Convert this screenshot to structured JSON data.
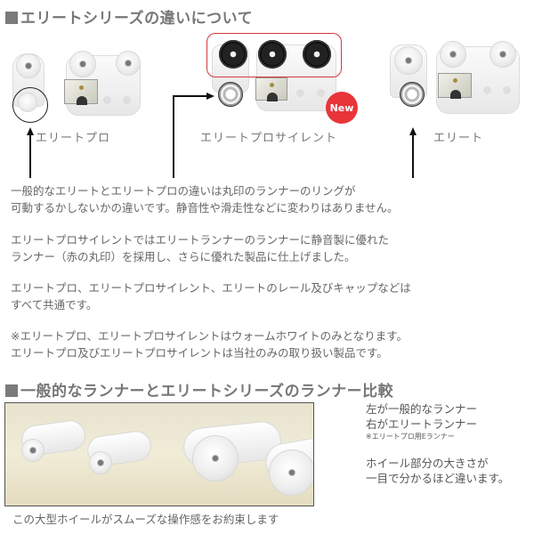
{
  "section1": {
    "title": "エリートシリーズの違いについて",
    "marker": "■"
  },
  "products": [
    {
      "name": "エリートプロ",
      "highlight": "ring-circled"
    },
    {
      "name": "エリートプロサイレント",
      "badge": "New",
      "highlight": "red-box-black-wheels"
    },
    {
      "name": "エリート"
    }
  ],
  "colors": {
    "heading": "#777777",
    "badge": "#e8353a",
    "highlight_box": "#d03a3a",
    "body_text": "#666666"
  },
  "paragraphs": [
    [
      "一般的なエリートとエリートプロの違いは丸印のランナーのリングが",
      "可動するかしないかの違いです。静音性や滑走性などに変わりはありません。"
    ],
    [
      "エリートプロサイレントではエリートランナーのランナーに静音製に優れた",
      "ランナー（赤の丸印）を採用し、さらに優れた製品に仕上げました。"
    ],
    [
      "エリートプロ、エリートプロサイレント、エリートのレール及びキャップなどは",
      "すべて共通です。"
    ],
    [
      "※エリートプロ、エリートプロサイレントはウォームホワイトのみとなります。",
      "エリートプロ及びエリートプロサイレントは当社のみの取り扱い製品です。"
    ]
  ],
  "section2": {
    "title": "一般的なランナーとエリートシリーズのランナー比較",
    "marker": "■",
    "side_text": {
      "line1": "左が一般的なランナー",
      "line2": "右がエリートランナー",
      "note": "※エリートプロ用Eランナー",
      "line3": "ホイール部分の大きさが",
      "line4": "一目で分かるほど違います。"
    },
    "caption": "この大型ホイールがスムーズな操作感をお約束します"
  }
}
